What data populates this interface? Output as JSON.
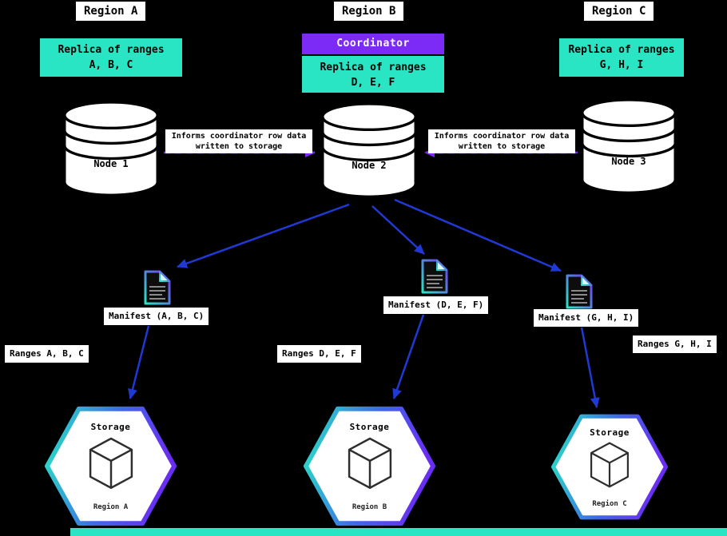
{
  "colors": {
    "background": "#000000",
    "teal": "#29e5c4",
    "purple": "#7b2bf5",
    "blue": "#2139d4",
    "box_white": "#ffffff"
  },
  "coordinator": {
    "label": "Coordinator"
  },
  "inform_messages": {
    "left": "Informs coordinator row data written to storage",
    "right": "Informs coordinator row data written to storage"
  },
  "regions": [
    {
      "title": "Region A",
      "replica_line1": "Replica of ranges",
      "replica_line2": "A, B, C",
      "node_label": "Node 1",
      "manifest_label": "Manifest (A, B, C)",
      "ranges_label": "Ranges A, B, C",
      "storage_title": "Storage",
      "storage_region": "Region A"
    },
    {
      "title": "Region B",
      "replica_line1": "Replica of ranges",
      "replica_line2": "D, E, F",
      "node_label": "Node 2",
      "manifest_label": "Manifest (D, E, F)",
      "ranges_label": "Ranges D, E, F",
      "storage_title": "Storage",
      "storage_region": "Region B"
    },
    {
      "title": "Region C",
      "replica_line1": "Replica of ranges",
      "replica_line2": "G, H, I",
      "node_label": "Node 3",
      "manifest_label": "Manifest (G, H, I)",
      "ranges_label": "Ranges G, H, I",
      "storage_title": "Storage",
      "storage_region": "Region C"
    }
  ]
}
